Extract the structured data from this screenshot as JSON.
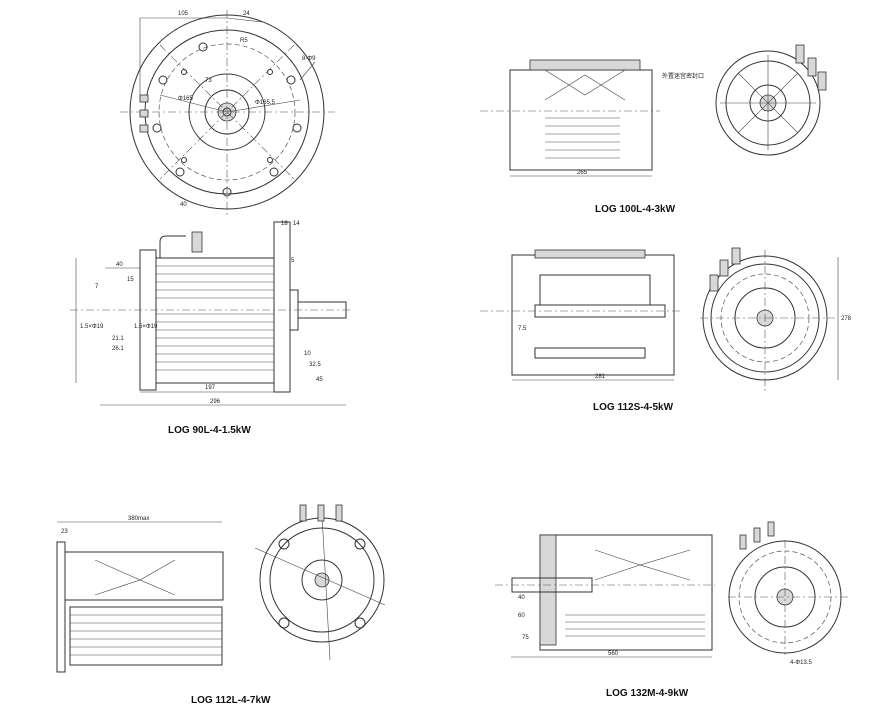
{
  "captions": {
    "m1": "LOG 90L-4-1.5kW",
    "m2": "LOG 100L-4-3kW",
    "m3": "LOG 112S-4-5kW",
    "m4": "LOG 112L-4-7kW",
    "m5": "LOG 132M-4-9kW"
  },
  "m1_dims": {
    "d105": "105",
    "d24": "24",
    "r5": "R5",
    "holes": "8-Φ9",
    "phi165": "Φ165",
    "phi1655": "Φ165.5",
    "d73": "73",
    "a40": "40",
    "d197": "197",
    "d296": "296",
    "d40b": "40",
    "d15": "15",
    "d7": "7",
    "d211": "21.1",
    "d261": "26.1",
    "d10": "10",
    "d325": "32.5",
    "d45": "45",
    "d18": "18",
    "d14": "14",
    "d5": "5",
    "key1": "1.5×Φ19",
    "key2": "1.5×Φ19"
  },
  "m2_dims": {
    "len": "265",
    "note": "外置迷宫密封口"
  },
  "m3_dims": {
    "len": "281",
    "h": "278",
    "d75": "7.5"
  },
  "m4_dims": {
    "len": "380max",
    "d23": "23"
  },
  "m5_dims": {
    "len": "560",
    "d40": "40",
    "d60": "60",
    "d75": "75",
    "holes": "4-Φ13.5"
  }
}
